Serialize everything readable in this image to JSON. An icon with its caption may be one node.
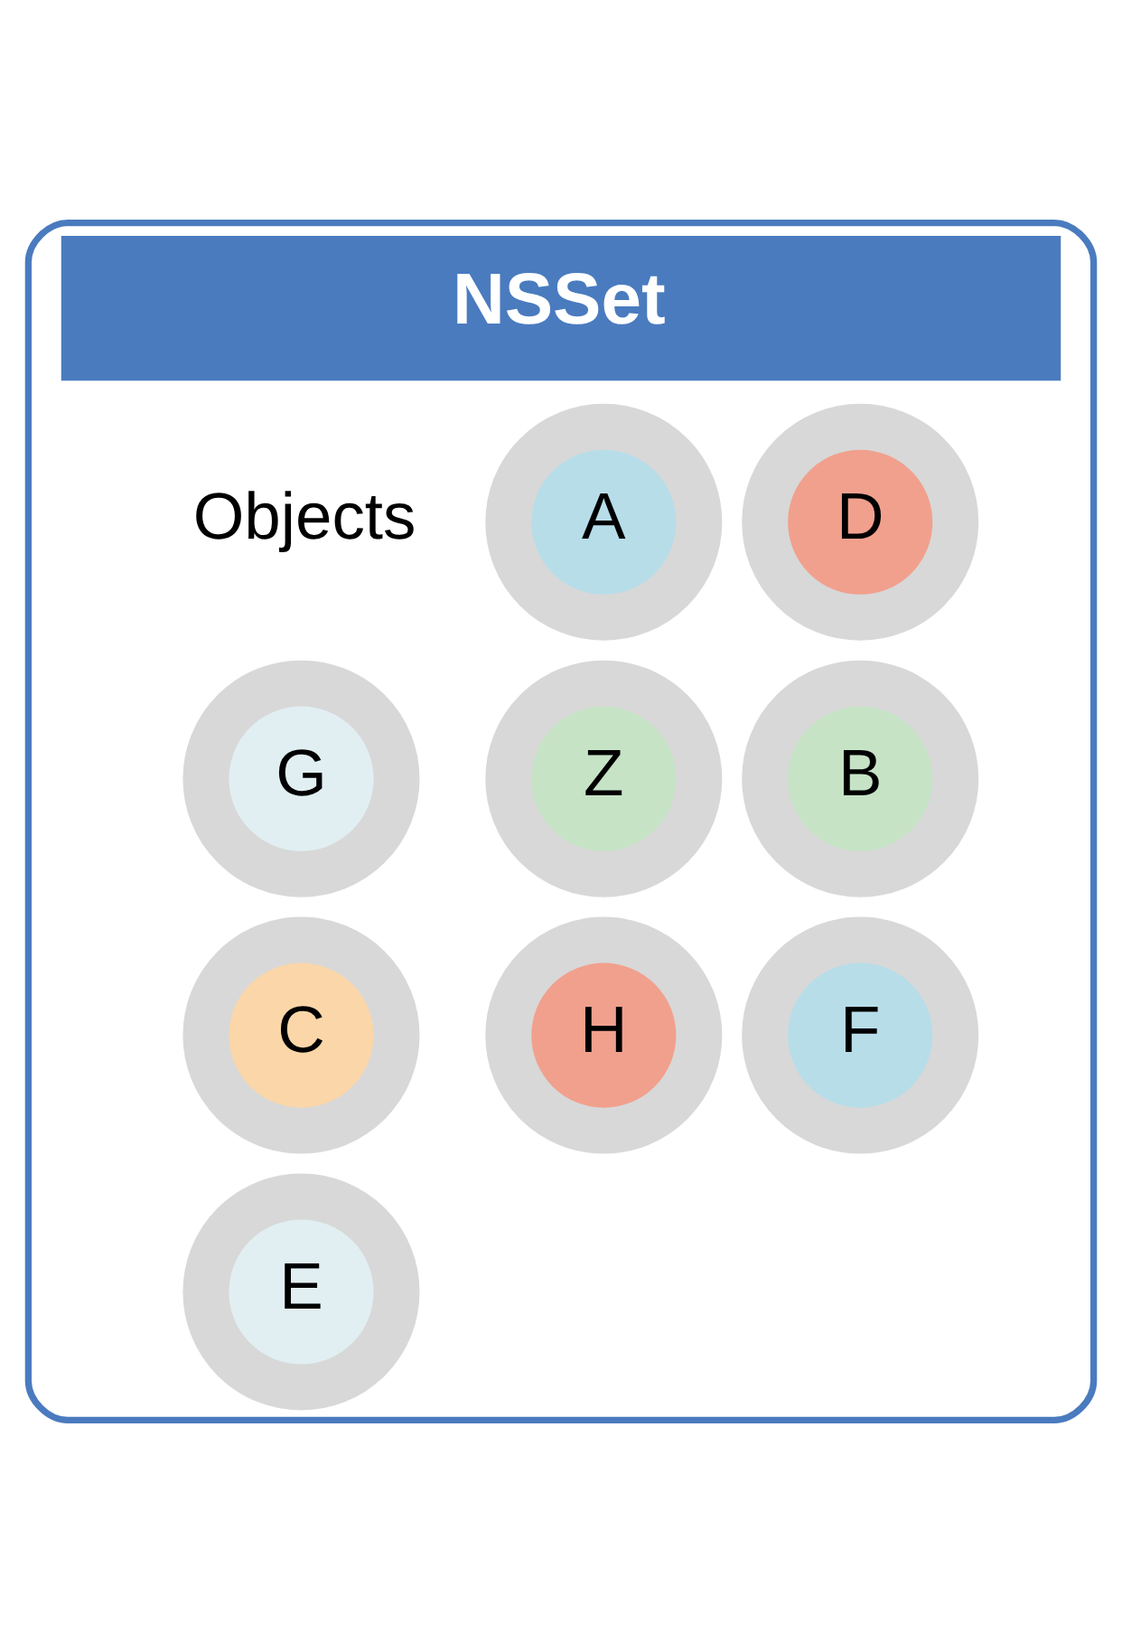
{
  "diagram": {
    "nodes": [
      {
        "text": [
          "NSSet"
        ]
      },
      {
        "text": [
          "A"
        ],
        "in": 0
      },
      {
        "text": [
          "D"
        ],
        "in": 0
      },
      {
        "text": [
          "G"
        ],
        "in": 0
      },
      {
        "text": [
          "Z"
        ],
        "in": 0
      },
      {
        "text": [
          "B"
        ],
        "in": 0
      },
      {
        "text": [
          "C"
        ],
        "in": 0
      },
      {
        "text": [
          "H"
        ],
        "in": 0
      },
      {
        "text": [
          "F"
        ],
        "in": 0
      },
      {
        "text": [
          "E"
        ],
        "in": 0
      }
    ],
    "labels": [
      "Objects"
    ]
  }
}
